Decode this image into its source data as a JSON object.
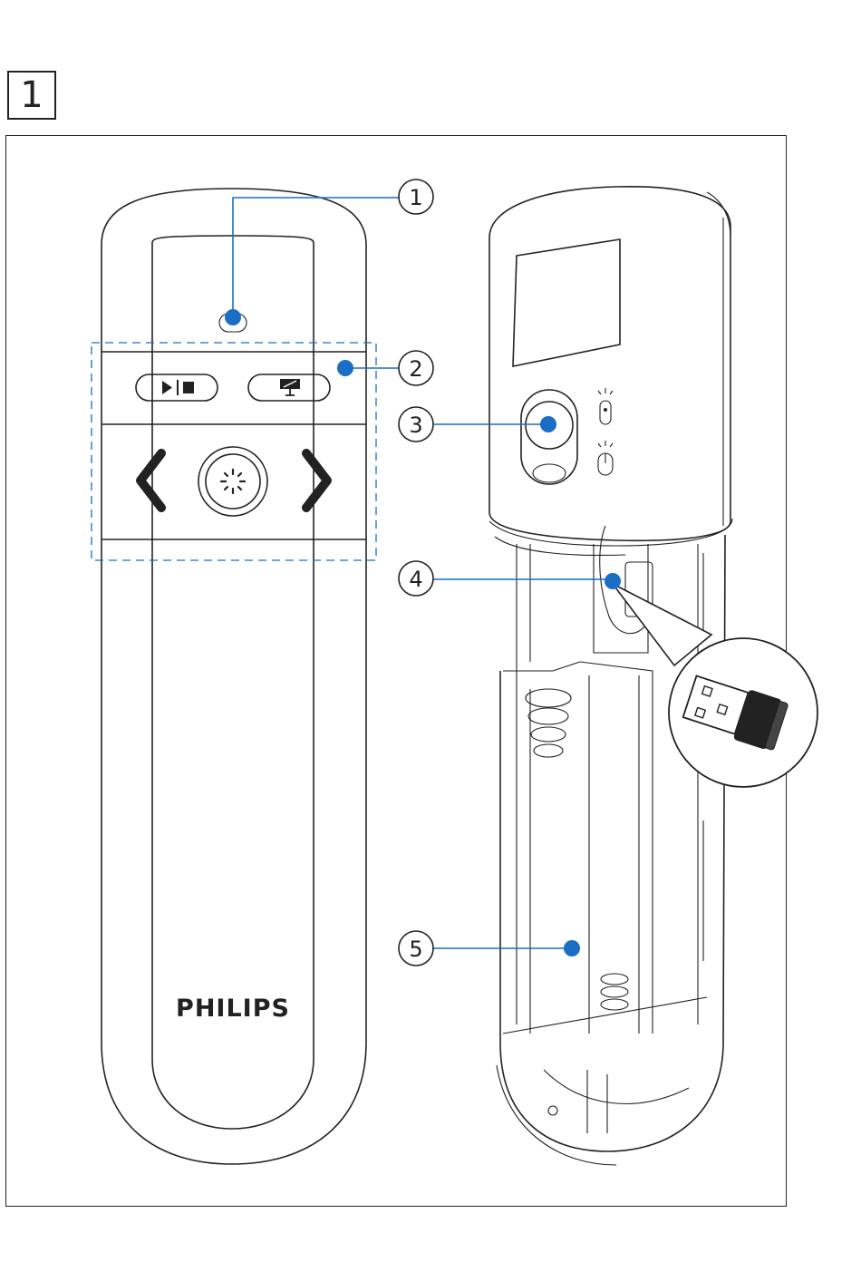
{
  "figure_number": "1",
  "brand": "PHILIPS",
  "accent_color": "#1a6fc4",
  "line_color": "#222222",
  "callouts": [
    {
      "id": "1",
      "label": "1"
    },
    {
      "id": "2",
      "label": "2"
    },
    {
      "id": "3",
      "label": "3"
    },
    {
      "id": "4",
      "label": "4"
    },
    {
      "id": "5",
      "label": "5"
    }
  ],
  "icons": {
    "play_stop": "play-stop-icon",
    "presentation": "presentation-screen-icon",
    "laser": "laser-pointer-icon",
    "prev": "chevron-left-icon",
    "next": "chevron-right-icon",
    "usb_logo": "PHILIPS"
  }
}
